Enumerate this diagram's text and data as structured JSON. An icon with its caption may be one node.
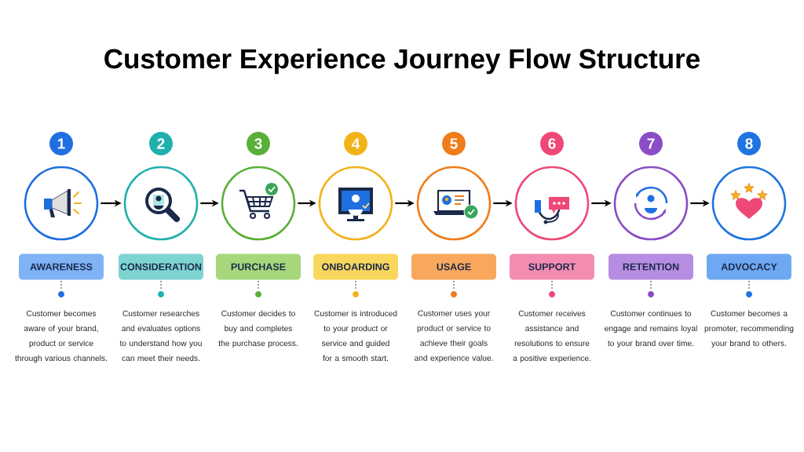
{
  "diagram": {
    "title": "Customer Experience Journey Flow Structure",
    "nodes": [
      {
        "text": [
          "1"
        ]
      },
      {
        "text": [
          "2"
        ]
      },
      {
        "text": [
          "3"
        ]
      },
      {
        "text": [
          "4"
        ]
      },
      {
        "text": [
          "5"
        ]
      },
      {
        "text": [
          "6"
        ]
      },
      {
        "text": [
          "7"
        ]
      },
      {
        "text": [
          "8"
        ]
      },
      {
        "text": [],
        "shape": "circle"
      },
      {
        "text": [],
        "shape": "circle"
      },
      {
        "text": [],
        "shape": "circle"
      },
      {
        "text": [],
        "shape": "circle"
      },
      {
        "text": [],
        "shape": "circle"
      },
      {
        "text": [],
        "shape": "circle"
      },
      {
        "text": [],
        "shape": "circle"
      },
      {
        "text": [],
        "shape": "circle"
      },
      {
        "text": [
          "AWARENESS"
        ],
        "beside": [
          "Customer becomes aware of your brand, product or service through various channels."
        ]
      },
      {
        "text": [
          "CONSIDERATION"
        ],
        "beside": [
          "Customer researches and evaluates options to understand how you can meet their needs."
        ]
      },
      {
        "text": [
          "PURCHASE"
        ],
        "beside": [
          "Customer decides to buy and completes the purchase process."
        ]
      },
      {
        "text": [
          "ONBOARDING"
        ],
        "beside": [
          "Customer is introduced to your product or service and guided for a smooth start."
        ]
      },
      {
        "text": [
          "USAGE"
        ],
        "beside": [
          "Customer uses your product or service to achieve their goals and experience value."
        ]
      },
      {
        "text": [
          "SUPPORT"
        ],
        "beside": [
          "Customer receives assistance and resolutions to ensure a positive experience."
        ]
      },
      {
        "text": [
          "RETENTION"
        ],
        "beside": [
          "Customer continues to engage and remains loyal to your brand over time."
        ]
      },
      {
        "text": [
          "ADVOCACY"
        ],
        "beside": [
          "Customer becomes a promoter, recommending your brand to others."
        ]
      }
    ],
    "edges": [
      {
        "from": 8,
        "to": 9,
        "arrow": "to"
      },
      {
        "from": 9,
        "to": 10,
        "arrow": "to"
      },
      {
        "from": 10,
        "to": 11,
        "arrow": "to"
      },
      {
        "from": 11,
        "to": 12,
        "arrow": "to"
      },
      {
        "from": 12,
        "to": 13,
        "arrow": "to"
      },
      {
        "from": 13,
        "to": 14,
        "arrow": "to"
      },
      {
        "from": 14,
        "to": 15,
        "arrow": "to"
      }
    ]
  }
}
